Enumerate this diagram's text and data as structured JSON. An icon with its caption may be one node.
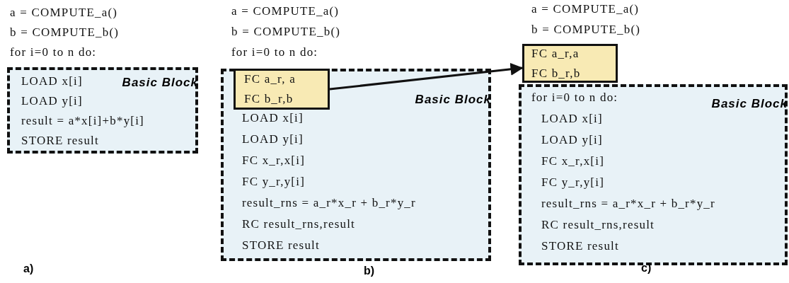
{
  "diagram": {
    "nodes": [
      {
        "text": [
          "Basic Block",
          "LOAD x[i]",
          "LOAD y[i]",
          "result = a*x[i]+b*y[i]",
          "STORE result"
        ]
      },
      {
        "text": [
          "Basic Block",
          "LOAD x[i]",
          "LOAD y[i]",
          "FC x_r,x[i]",
          "FC y_r,y[i]",
          "result_rns = a_r*x_r + b_r*y_r",
          "RC result_rns,result",
          "STORE result"
        ]
      },
      {
        "text": [
          "FC a_r, a",
          "FC b_r,b"
        ],
        "in": 1
      },
      {
        "text": [
          "FC a_r,a",
          "FC b_r,b"
        ]
      },
      {
        "text": [
          "Basic Block",
          "for i=0 to n do:",
          "LOAD x[i]",
          "LOAD y[i]",
          "FC x_r,x[i]",
          "FC y_r,y[i]",
          "result_rns = a_r*x_r + b_r*y_r",
          "RC result_rns,result",
          "STORE result"
        ]
      }
    ],
    "edges": [
      {
        "from": 2,
        "to": 3,
        "arrow": "to"
      }
    ],
    "labels": [
      "a = COMPUTE_a()",
      "b = COMPUTE_b()",
      "for i=0 to n do:",
      "a = COMPUTE_a()",
      "b = COMPUTE_b()",
      "for i=0 to n do:",
      "a = COMPUTE_a()",
      "b = COMPUTE_b()",
      "a)",
      "b)",
      "c)"
    ]
  }
}
